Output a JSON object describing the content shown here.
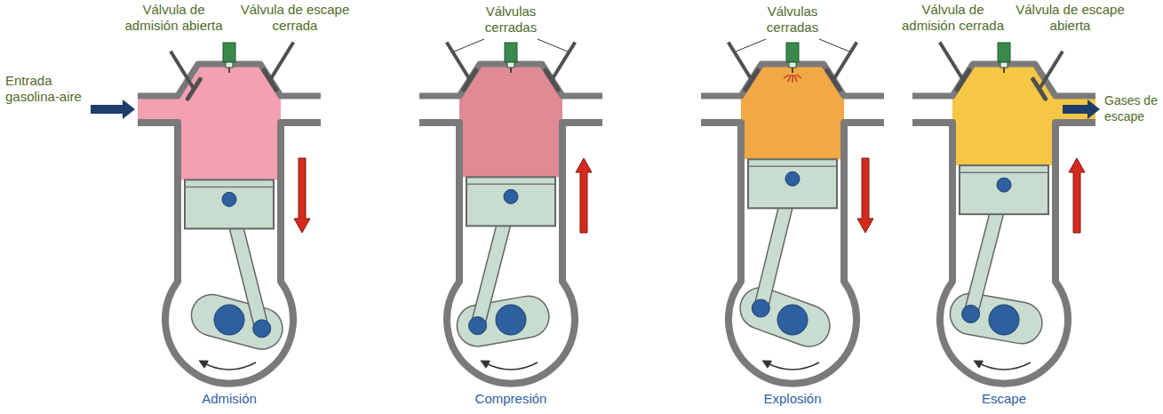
{
  "diagram": {
    "labels": [
      "Válvula de admisión abierta",
      "Válvula de escape cerrada",
      "Entrada gasolina-aire",
      "Admisión",
      "Válvulas cerradas",
      "Compresión",
      "Válvulas cerradas",
      "Explosión",
      "Válvula de admisión cerrada",
      "Válvula de escape abierta",
      "Gases de escape",
      "Escape"
    ]
  }
}
